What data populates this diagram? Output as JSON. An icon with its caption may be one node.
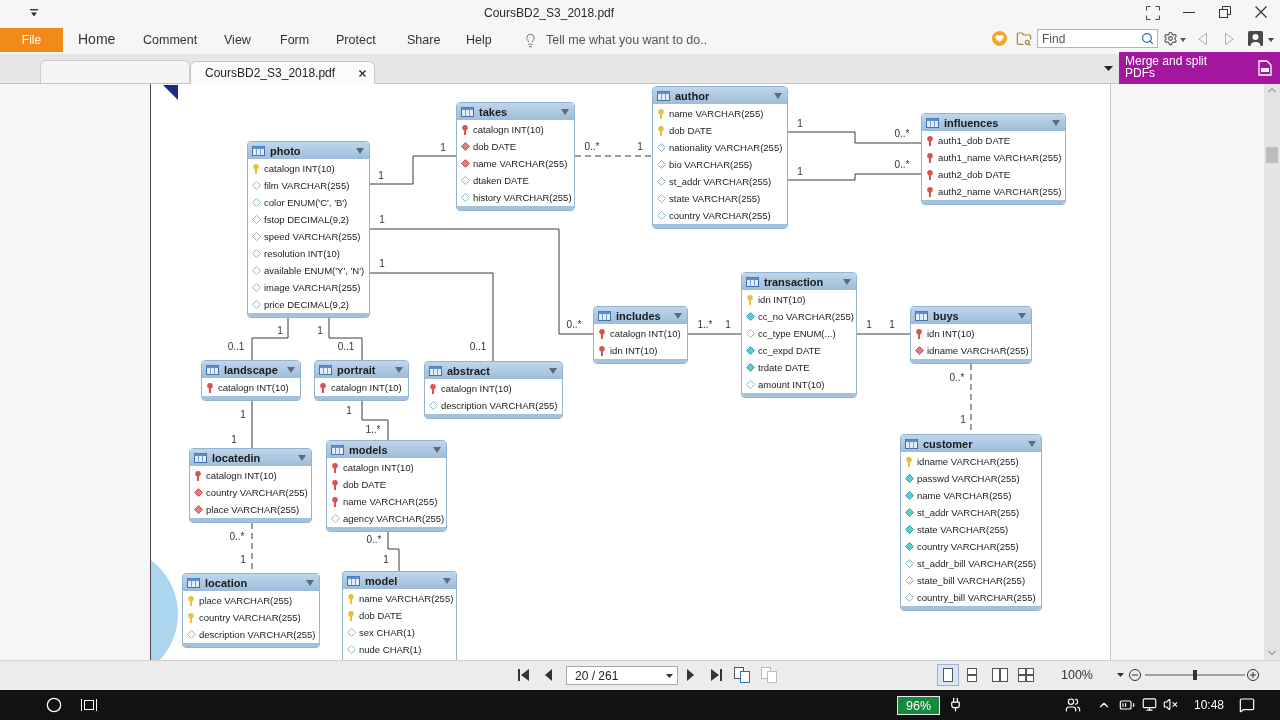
{
  "diagram": {
    "nodes": [
      {
        "text": [
          "photo",
          "catalogn INT(10)",
          "film VARCHAR(255)",
          "color ENUM('C', 'B')",
          "fstop DECIMAL(9,2)",
          "speed VARCHAR(255)",
          "resolution INT(10)",
          "available ENUM('Y', 'N')",
          "image VARCHAR(255)",
          "price DECIMAL(9,2)"
        ]
      },
      {
        "text": [
          "takes",
          "catalogn INT(10)",
          "dob DATE",
          "name VARCHAR(255)",
          "dtaken DATE",
          "history VARCHAR(255)"
        ]
      },
      {
        "text": [
          "author",
          "name VARCHAR(255)",
          "dob DATE",
          "nationality VARCHAR(255)",
          "bio VARCHAR(255)",
          "st_addr VARCHAR(255)",
          "state VARCHAR(255)",
          "country VARCHAR(255)"
        ]
      },
      {
        "text": [
          "influences",
          "auth1_dob DATE",
          "auth1_name VARCHAR(255)",
          "auth2_dob DATE",
          "auth2_name VARCHAR(255)"
        ]
      },
      {
        "text": [
          "includes",
          "catalogn INT(10)",
          "idn INT(10)"
        ]
      },
      {
        "text": [
          "transaction",
          "idn INT(10)",
          "cc_no VARCHAR(255)",
          "cc_type ENUM(...)",
          "cc_expd DATE",
          "trdate DATE",
          "amount INT(10)"
        ]
      },
      {
        "text": [
          "buys",
          "idn INT(10)",
          "idname VARCHAR(255)"
        ]
      },
      {
        "text": [
          "landscape",
          "catalogn INT(10)"
        ]
      },
      {
        "text": [
          "portrait",
          "catalogn INT(10)"
        ]
      },
      {
        "text": [
          "abstract",
          "catalogn INT(10)",
          "description VARCHAR(255)"
        ]
      },
      {
        "text": [
          "locatedin",
          "catalogn INT(10)",
          "country VARCHAR(255)",
          "place VARCHAR(255)"
        ]
      },
      {
        "text": [
          "models",
          "catalogn INT(10)",
          "dob DATE",
          "name VARCHAR(255)",
          "agency VARCHAR(255)"
        ]
      },
      {
        "text": [
          "customer",
          "idname VARCHAR(255)",
          "passwd VARCHAR(255)",
          "name VARCHAR(255)",
          "st_addr VARCHAR(255)",
          "state VARCHAR(255)",
          "country VARCHAR(255)",
          "st_addr_bill VARCHAR(255)",
          "state_bill VARCHAR(255)",
          "country_bill VARCHAR(255)"
        ]
      },
      {
        "text": [
          "location",
          "place VARCHAR(255)",
          "country VARCHAR(255)",
          "description VARCHAR(255)"
        ]
      },
      {
        "text": [
          "model",
          "name VARCHAR(255)",
          "dob DATE",
          "sex CHAR(1)",
          "nude CHAR(1)"
        ]
      }
    ],
    "edges": [
      {
        "from": 0,
        "to": 1,
        "arrow": "none"
      },
      {
        "from": 1,
        "to": 2,
        "arrow": "none",
        "style": "dashed"
      },
      {
        "from": 2,
        "to": 3,
        "arrow": "none"
      },
      {
        "from": 2,
        "to": 3,
        "arrow": "none"
      },
      {
        "from": 0,
        "to": 4,
        "arrow": "none"
      },
      {
        "from": 0,
        "to": 9,
        "arrow": "none"
      },
      {
        "from": 0,
        "to": 7,
        "arrow": "none"
      },
      {
        "from": 0,
        "to": 8,
        "arrow": "none"
      },
      {
        "from": 4,
        "to": 5,
        "arrow": "none"
      },
      {
        "from": 5,
        "to": 6,
        "arrow": "none"
      },
      {
        "from": 6,
        "to": 12,
        "arrow": "none",
        "style": "dashed"
      },
      {
        "from": 7,
        "to": 10,
        "arrow": "none"
      },
      {
        "from": 8,
        "to": 11,
        "arrow": "none"
      },
      {
        "from": 10,
        "to": 13,
        "arrow": "none",
        "style": "dashed"
      },
      {
        "from": 11,
        "to": 14,
        "arrow": "none"
      }
    ],
    "labels": [
      "CoursBD2_S3_2018.pdf",
      "File",
      "Home",
      "Comment",
      "View",
      "Form",
      "Protect",
      "Share",
      "Help",
      "Tell me what you want to do..",
      "Find",
      "CoursBD2_S3_2018.pdf",
      "Merge and split PDFs",
      "1",
      "1",
      "0..*",
      "1",
      "1",
      "0..*",
      "1",
      "0..*",
      "1",
      "0..*",
      "1",
      "0..1",
      "1",
      "0..1",
      "1",
      "0..1",
      "1..*",
      "1",
      "1",
      "1",
      "0..*",
      "1",
      "1",
      "1",
      "1",
      "1..*",
      "0..*",
      "1",
      "0..*",
      "1",
      "20 / 261",
      "100%",
      "96%",
      "10:48"
    ]
  }
}
